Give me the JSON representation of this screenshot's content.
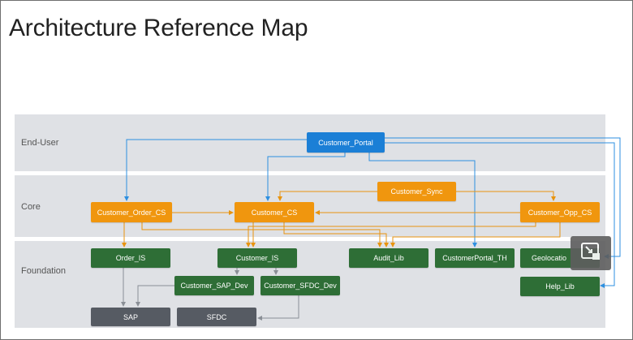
{
  "title": "Architecture Reference Map",
  "bands": {
    "end_user": "End-User",
    "core": "Core",
    "foundation": "Foundation"
  },
  "nodes": {
    "customer_portal": "Customer_Portal",
    "customer_sync": "Customer_Sync",
    "customer_order_cs": "Customer_Order_CS",
    "customer_cs": "Customer_CS",
    "customer_opp_cs": "Customer_Opp_CS",
    "order_is": "Order_IS",
    "customer_is": "Customer_IS",
    "audit_lib": "Audit_Lib",
    "customerportal_th": "CustomerPortal_TH",
    "geolocation": "Geolocatio",
    "help_lib": "Help_Lib",
    "customer_sap_dev": "Customer_SAP_Dev",
    "customer_sfdc_dev": "Customer_SFDC_Dev",
    "sap": "SAP",
    "sfdc": "SFDC"
  },
  "colors": {
    "core": "#f0960e",
    "end_user": "#1b7fd6",
    "foundation": "#2e6e36",
    "external": "#565b63",
    "band": "#dfe1e5"
  },
  "overlay": {
    "icon": "screen-pip-icon"
  }
}
